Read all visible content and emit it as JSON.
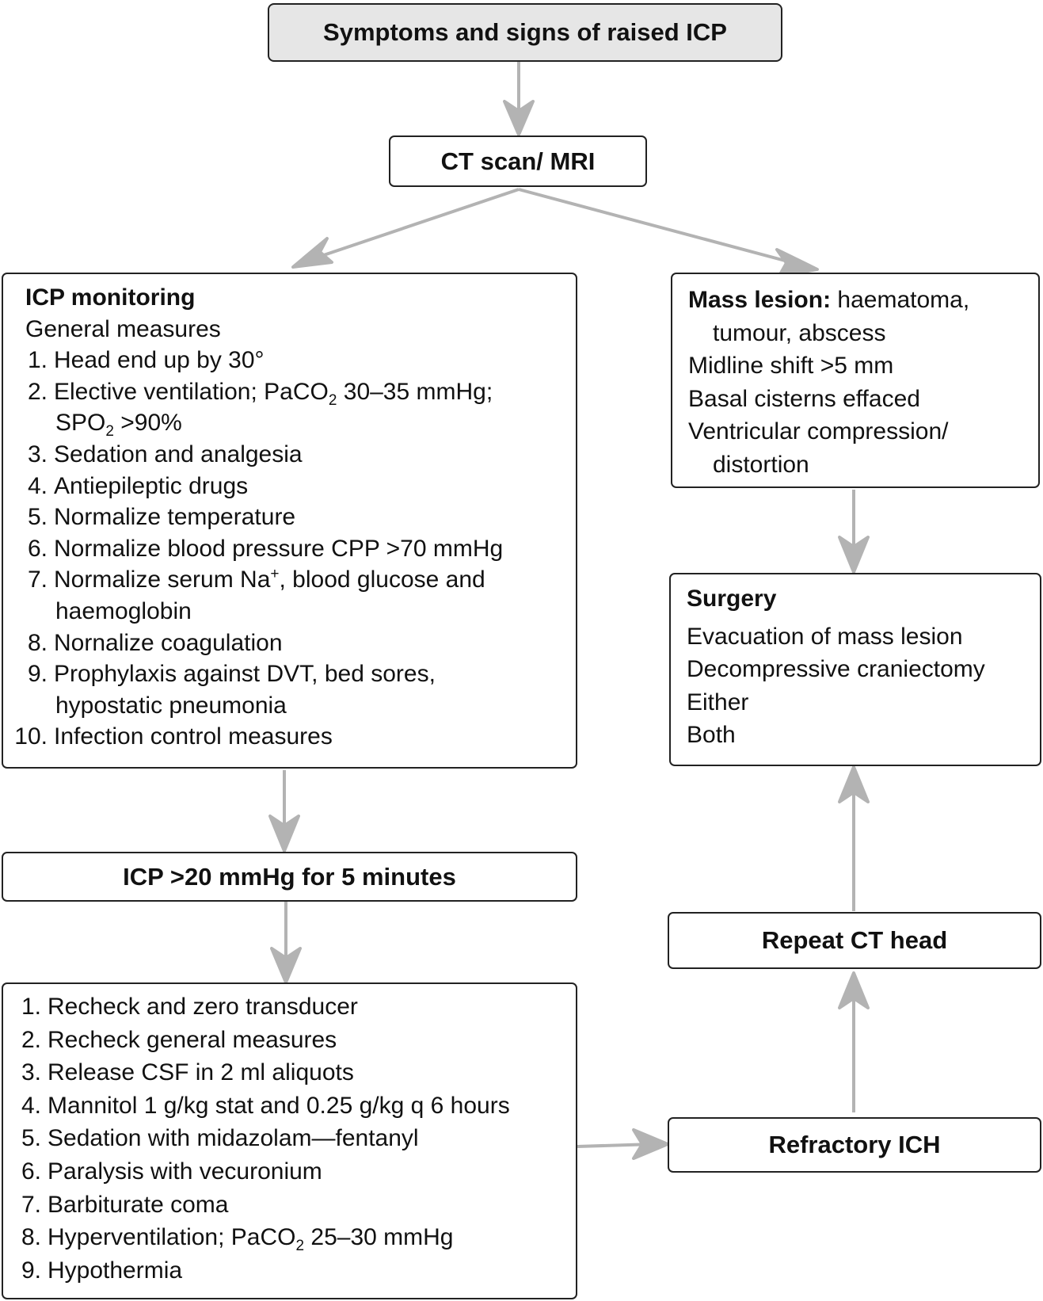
{
  "title": "Symptoms and signs of raised ICP",
  "ct": "CT scan/ MRI",
  "monitoring": {
    "heading": "ICP monitoring",
    "subheading": "General measures",
    "items": [
      {
        "num": "1.",
        "text": "Head end up by 30°"
      },
      {
        "num": "2.",
        "text_a": "Elective ventilation; PaCO",
        "sub_a": "2",
        "text_b": " 30–35 mmHg;",
        "cont_a": "SPO",
        "cont_sub": "2",
        "cont_b": " >90%"
      },
      {
        "num": "3.",
        "text": "Sedation and analgesia"
      },
      {
        "num": "4.",
        "text": "Antiepileptic drugs"
      },
      {
        "num": "5.",
        "text": "Normalize temperature"
      },
      {
        "num": "6.",
        "text": "Normalize blood pressure CPP >70 mmHg"
      },
      {
        "num": "7.",
        "text_a": "Normalize serum Na",
        "sup_a": "+",
        "text_b": ", blood glucose and",
        "cont": "haemoglobin"
      },
      {
        "num": "8.",
        "text": "Nornalize coagulation"
      },
      {
        "num": "9.",
        "text": "Prophylaxis against DVT, bed sores,",
        "cont": "hypostatic pneumonia"
      },
      {
        "num": "10.",
        "text": "Infection control measures"
      }
    ]
  },
  "mass": {
    "label": "Mass lesion:",
    "line1": " haematoma,",
    "line2": "tumour, abscess",
    "line3": "Midline shift >5 mm",
    "line4": "Basal cisterns effaced",
    "line5": "Ventricular compression/",
    "line6": "distortion"
  },
  "surgery": {
    "heading": "Surgery",
    "items": [
      "Evacuation of mass lesion",
      "Decompressive craniectomy",
      "Either",
      "Both"
    ]
  },
  "icp_threshold": "ICP >20 mmHg for 5 minutes",
  "steps": [
    {
      "num": "1.",
      "text": "Recheck and zero transducer"
    },
    {
      "num": "2.",
      "text": "Recheck general measures"
    },
    {
      "num": "3.",
      "text": "Release CSF in 2 ml aliquots"
    },
    {
      "num": "4.",
      "text": "Mannitol 1 g/kg stat and 0.25 g/kg q 6 hours"
    },
    {
      "num": "5.",
      "text": "Sedation with midazolam—fentanyl"
    },
    {
      "num": "6.",
      "text": "Paralysis with vecuronium"
    },
    {
      "num": "7.",
      "text": "Barbiturate coma"
    },
    {
      "num": "8.",
      "text_a": "Hyperventilation; PaCO",
      "sub_a": "2",
      "text_b": " 25–30 mmHg"
    },
    {
      "num": "9.",
      "text": "Hypothermia"
    }
  ],
  "repeat_ct": "Repeat CT head",
  "refractory": "Refractory ICH",
  "colors": {
    "arrow": "#b3b3b3",
    "border": "#222222",
    "title_fill": "#e6e6e6"
  }
}
